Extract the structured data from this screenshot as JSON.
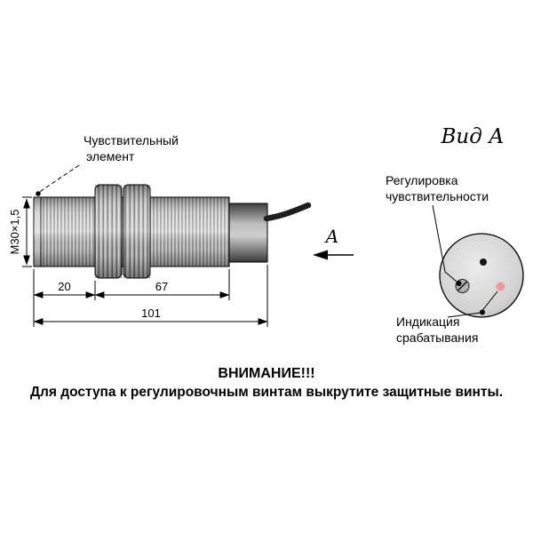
{
  "view_label": "Вид А",
  "view_arrow_label": "А",
  "callouts": {
    "sensitive_element_line1": "Чувствительный",
    "sensitive_element_line2": "элемент",
    "sensitivity_adjust_line1": "Регулировка",
    "sensitivity_adjust_line2": "чувствительности",
    "indication_line1": "Индикация",
    "indication_line2": "срабатывания"
  },
  "dimensions": {
    "thread": "M30×1,5",
    "front_length": "20",
    "mid_length": "67",
    "total_length": "101"
  },
  "warning": {
    "title": "ВНИМАНИЕ!!!",
    "text": "Для доступа к регулировочным винтам выкрутите защитные винты."
  },
  "colors": {
    "led": "#ef9a9a",
    "led_stroke": "#9e4848",
    "line": "#000000"
  }
}
